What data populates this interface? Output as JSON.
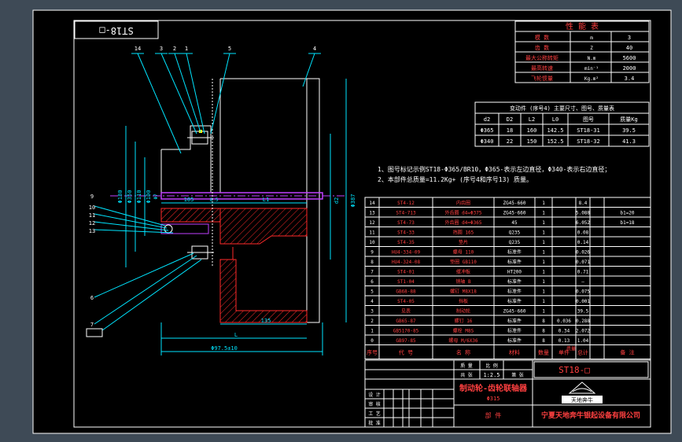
{
  "colors": {
    "background": "#3e4a56",
    "sheet": "#000000",
    "frame": "#ffffff",
    "part": "#ffffff",
    "hatch": "#ff2a2a",
    "shaft": "#c040ff",
    "dims": "#00e5ff",
    "leaders": "#00e5ff",
    "text": "#ffffff",
    "title_text": "#ff4040",
    "yellow": "#ffff00"
  },
  "corner_tag": "ST18-□",
  "performance_table": {
    "title": "性 能 表",
    "rows": [
      {
        "name": "模 数",
        "unit": "m",
        "value": "3"
      },
      {
        "name": "齿 数",
        "unit": "Z",
        "value": "40"
      },
      {
        "name": "最大公称转矩",
        "unit": "N.m",
        "value": "5600"
      },
      {
        "name": "最高转速",
        "unit": "min⁻¹",
        "value": "2000"
      },
      {
        "name": "飞轮惯量",
        "unit": "Kg.m²",
        "value": "3.4"
      }
    ]
  },
  "variant_table": {
    "title": "变动件 (序号4) 主要尺寸、图号、质量表",
    "headers": [
      "d2",
      "D2",
      "L2",
      "L0",
      "图号",
      "质量Kg"
    ],
    "rows": [
      [
        "Φ365",
        "18",
        "160",
        "142.5",
        "ST18-31",
        "39.5"
      ],
      [
        "Φ340",
        "22",
        "150",
        "152.5",
        "ST18-32",
        "41.3"
      ]
    ]
  },
  "notes": [
    "1、图号标记示例ST18-Φ365/BR10，Φ365-表示左边直径，Φ340-表示右边直径；",
    "2、本部件总质量=11.2Kg+ (序号4和序号13) 质量。"
  ],
  "bom": {
    "rows": [
      [
        "14",
        "ST4-12",
        "内齿圈",
        "ZG45-660",
        "1",
        "",
        "8.4",
        ""
      ],
      [
        "13",
        "ST4-713",
        "外齿圈 d4=Φ375",
        "ZG45-660",
        "1",
        "",
        "5.088",
        "b1=20"
      ],
      [
        "12",
        "ST4-73",
        "外齿圈 d4=Φ365",
        "45",
        "1",
        "",
        "6.052",
        "b1=18"
      ],
      [
        "11",
        "ST4-33",
        "挡圈 165",
        "Q235",
        "1",
        "",
        "0.08",
        ""
      ],
      [
        "10",
        "ST4-35",
        "垫片",
        "Q235",
        "1",
        "",
        "0.14",
        ""
      ],
      [
        "9",
        "HU4-334-09",
        "螺母 110",
        "标准件",
        "1",
        "",
        "0.026",
        ""
      ],
      [
        "8",
        "HU4-324-08",
        "垫圈 GB110",
        "标准件",
        "1",
        "",
        "0.071",
        ""
      ],
      [
        "7",
        "ST4-01",
        "缓冲板",
        "HT200",
        "1",
        "",
        "0.71",
        ""
      ],
      [
        "6",
        "ST1-04",
        "销轴 B",
        "标准件",
        "1",
        "",
        "—",
        ""
      ],
      [
        "5",
        "GB68-88",
        "螺钉 M8X18",
        "标准件",
        "1",
        "",
        "0.075",
        ""
      ],
      [
        "4",
        "ST4-05",
        "挡板",
        "标准件",
        "1",
        "",
        "0.001",
        ""
      ],
      [
        "3",
        "见表",
        "制动轮",
        "ZG45-660",
        "1",
        "",
        "39.5",
        ""
      ],
      [
        "2",
        "GB65-87",
        "螺钉 16",
        "标准件",
        "8",
        "0.036",
        "0.288",
        ""
      ],
      [
        "1",
        "GB5170-85",
        "螺栓 M8S",
        "标准件",
        "8",
        "0.34",
        "2.072",
        ""
      ],
      [
        "0",
        "GB97-85",
        "螺母 M/6X36",
        "标准件",
        "8",
        "0.13",
        "1.04",
        ""
      ]
    ],
    "header": [
      "序号",
      "代 号",
      "名 称",
      "数量",
      "材料",
      "单件",
      "总计",
      "备 注"
    ],
    "header_mass": "质量"
  },
  "title_block": {
    "drawing_no": "ST18-□",
    "mass_label": "质 量",
    "scale_label": "比 例",
    "scale": "1:2.5",
    "sheet_label": "共 张",
    "sheet_of": "第 张",
    "part_name": "制动轮-齿轮联轴器",
    "part_sub": "Φ315",
    "assembly": "部 件",
    "company": "宁夏天地奔牛银起设备有限公司",
    "logo_text": "天地奔牛",
    "sign_rows": [
      "设 计",
      "审 核",
      "工 艺",
      "批 准"
    ]
  },
  "drawing": {
    "dims": {
      "total": "Φ97.5±10",
      "l": "L",
      "d135": "135",
      "w105": "105",
      "w85": "8.5",
      "l1": "L1",
      "d387": "Φ387",
      "d180": "Φ180",
      "d350": "Φ350",
      "d110": "Φ110",
      "d100": "Φ100",
      "d7": "Φ7",
      "d2": "d2"
    },
    "balloons": [
      "14",
      "3",
      "2",
      "1",
      "5",
      "4",
      "9",
      "10",
      "11",
      "12",
      "13",
      "6",
      "7"
    ]
  }
}
